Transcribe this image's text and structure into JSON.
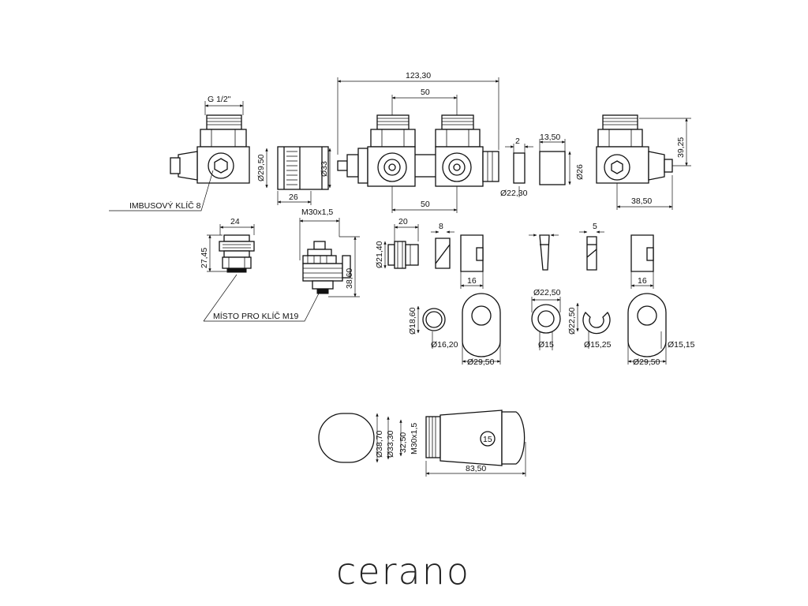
{
  "brand": "cerano",
  "dimensions": {
    "g12": "G 1/2\"",
    "d2950": "Ø29,50",
    "d26": "26",
    "d33": "Ø33",
    "d12330": "123,30",
    "d50top": "50",
    "d50bot": "50",
    "d2": "2",
    "d1350": "13,50",
    "d2230": "Ø22,30",
    "dd26": "Ø26",
    "d3925": "39,25",
    "d3850": "38,50",
    "d24": "24",
    "d2745": "27,45",
    "m30": "M30x1,5",
    "d3860": "38,60",
    "d20": "20",
    "d8": "8",
    "d2140": "Ø21,40",
    "d16a": "16",
    "d5": "5",
    "d16b": "16",
    "d1860": "Ø18,60",
    "d1620": "Ø16,20",
    "d2950b": "Ø29,50",
    "d2250a": "Ø22,50",
    "d15": "Ø15",
    "d2250b": "Ø22,50",
    "d1525": "Ø15,25",
    "d2950c": "Ø29,50",
    "d1515": "Ø15,15",
    "d3870": "Ø38,70",
    "d3330": "Ø33,30",
    "d3250": "32,50",
    "m30b": "M30x1,5",
    "d8350": "83,50"
  },
  "labels": {
    "imbus": "IMBUSOVÝ KLÍČ 8",
    "misto": "MÍSTO PRO KLÍČ M19"
  }
}
